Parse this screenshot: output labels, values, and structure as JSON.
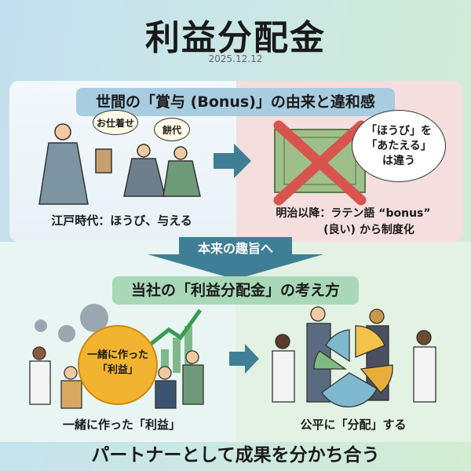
{
  "header": {
    "title": "利益分配金",
    "date": "2025.12.12"
  },
  "section1": {
    "heading": "世間の「賞与 (Bonus)」の由来と違和感",
    "left_caption": "江戸時代：ほうび、与える",
    "bubbles": [
      "お仕着せ",
      "餅代"
    ],
    "right_caption_line1": "明治以降：ラテン語 “bonus”",
    "right_caption_line2": "(良い) から制度化",
    "thought_line1": "「ほうび」を",
    "thought_line2": "「あたえる」",
    "thought_line3": "は違う"
  },
  "transition": {
    "label": "本来の趣旨へ"
  },
  "section2": {
    "heading": "当社の「利益分配金」の考え方",
    "ball_line1": "一緒に作った",
    "ball_line2": "「利益」",
    "left_caption": "一緒に作った「利益」",
    "right_caption": "公平に「分配」する"
  },
  "footer": {
    "text": "パートナーとして成果を分かち合う"
  },
  "colors": {
    "arrow": "#3e7f96",
    "cross": "#d9534f",
    "ball": "#f2b430"
  }
}
